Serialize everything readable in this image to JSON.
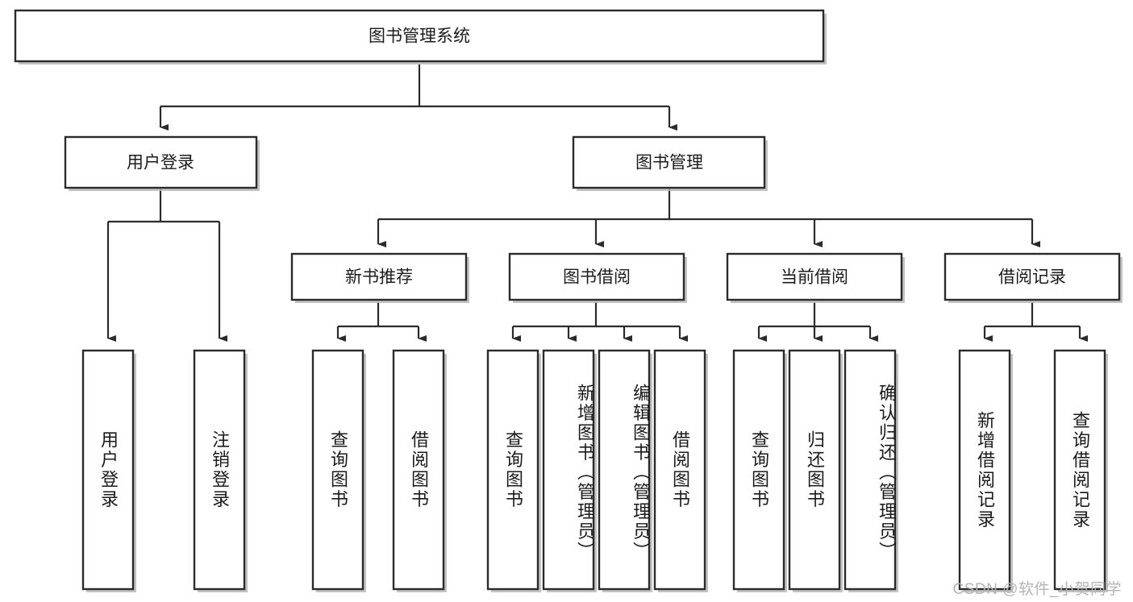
{
  "diagram": {
    "type": "tree-hierarchy",
    "orientation": "top-down",
    "root": {
      "id": "root",
      "label": "图书管理系统"
    },
    "level2": [
      {
        "id": "user-login",
        "label": "用户登录"
      },
      {
        "id": "book-management",
        "label": "图书管理"
      }
    ],
    "level3": [
      {
        "id": "new-book-recommend",
        "label": "新书推荐",
        "parent": "book-management"
      },
      {
        "id": "book-borrow",
        "label": "图书借阅",
        "parent": "book-management"
      },
      {
        "id": "current-borrow",
        "label": "当前借阅",
        "parent": "book-management"
      },
      {
        "id": "borrow-record",
        "label": "借阅记录",
        "parent": "book-management"
      }
    ],
    "leaves": [
      {
        "id": "leaf-user-login",
        "label": "用户登录",
        "parent": "user-login"
      },
      {
        "id": "leaf-logout",
        "label": "注销登录",
        "parent": "user-login"
      },
      {
        "id": "leaf-query-book-1",
        "label": "查询图书",
        "parent": "new-book-recommend"
      },
      {
        "id": "leaf-borrow-book-1",
        "label": "借阅图书",
        "parent": "new-book-recommend"
      },
      {
        "id": "leaf-query-book-2",
        "label": "查询图书",
        "parent": "book-borrow"
      },
      {
        "id": "leaf-add-book",
        "label": "新增图书（管理员）",
        "parent": "book-borrow"
      },
      {
        "id": "leaf-edit-book",
        "label": "编辑图书（管理员）",
        "parent": "book-borrow"
      },
      {
        "id": "leaf-borrow-book-2",
        "label": "借阅图书",
        "parent": "book-borrow"
      },
      {
        "id": "leaf-query-book-3",
        "label": "查询图书",
        "parent": "current-borrow"
      },
      {
        "id": "leaf-return-book",
        "label": "归还图书",
        "parent": "current-borrow"
      },
      {
        "id": "leaf-confirm-return",
        "label": "确认归还（管理员）",
        "parent": "current-borrow"
      },
      {
        "id": "leaf-add-record",
        "label": "新增借阅记录",
        "parent": "borrow-record"
      },
      {
        "id": "leaf-query-record",
        "label": "查询借阅记录",
        "parent": "borrow-record"
      }
    ],
    "colors": {
      "box_fill": "#ffffff",
      "box_stroke": "#2b2b2b",
      "shadow": "#b8b8b8",
      "text": "#1b1b1b",
      "watermark": "#b4b4b4"
    }
  },
  "watermark": {
    "text": "CSDN @软件_小贺同学"
  }
}
